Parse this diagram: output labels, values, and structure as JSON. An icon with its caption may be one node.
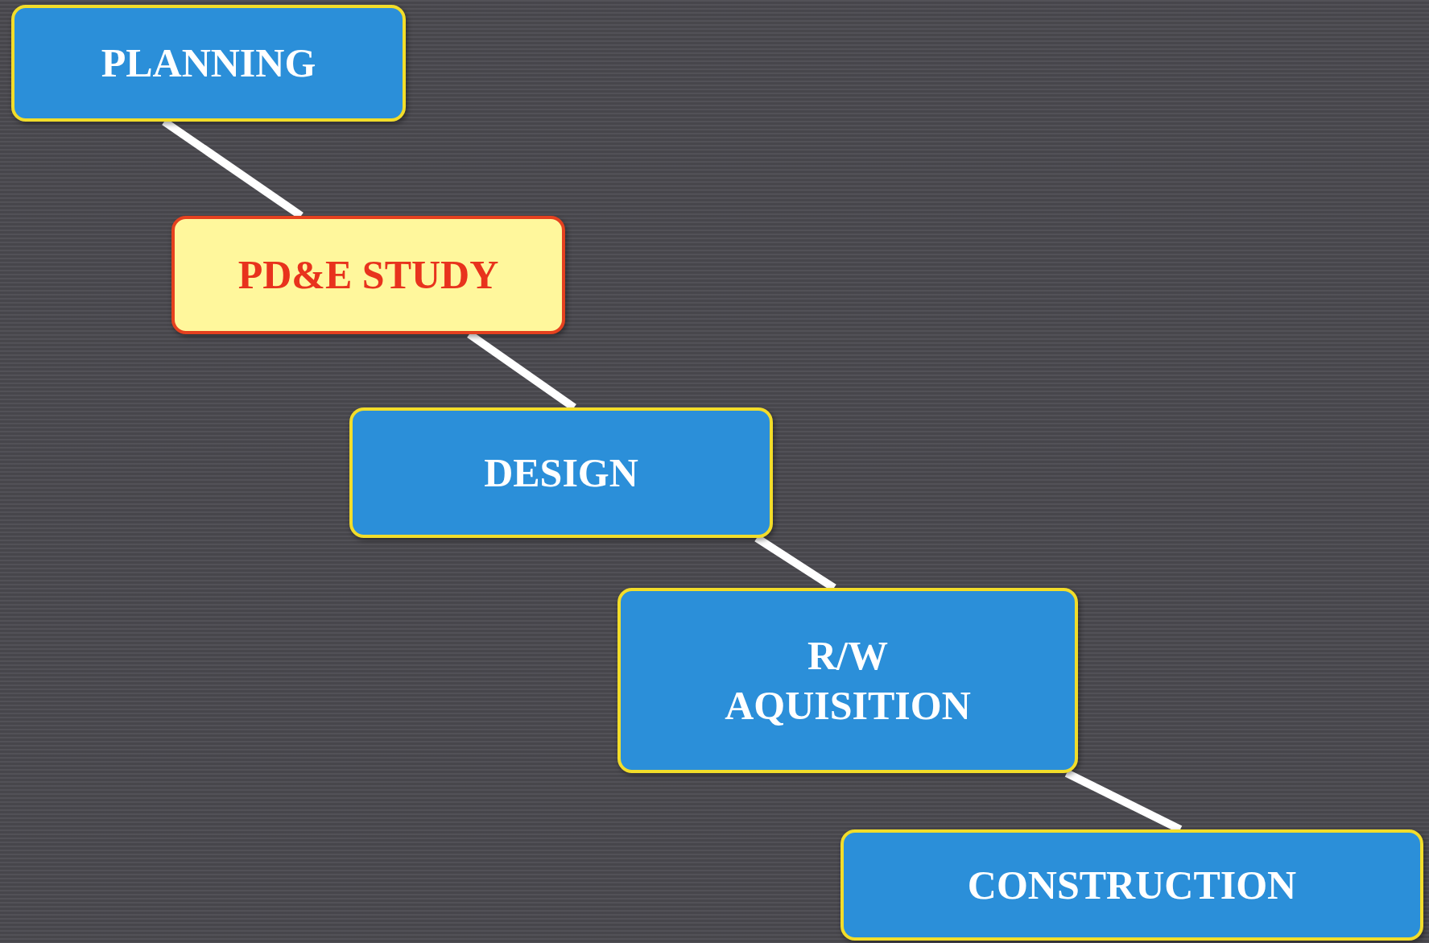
{
  "diagram": {
    "nodes": [
      {
        "text": [
          "PLANNING"
        ]
      },
      {
        "text": [
          "PD&E STUDY"
        ]
      },
      {
        "text": [
          "DESIGN"
        ]
      },
      {
        "text": [
          "R/W AQUISITION"
        ]
      },
      {
        "text": [
          "CONSTRUCTION"
        ]
      }
    ],
    "edges": [
      {
        "from": 0,
        "to": 1,
        "arrow": "none"
      },
      {
        "from": 1,
        "to": 2,
        "arrow": "none"
      },
      {
        "from": 2,
        "to": 3,
        "arrow": "none"
      },
      {
        "from": 3,
        "to": 4,
        "arrow": "none"
      }
    ]
  }
}
